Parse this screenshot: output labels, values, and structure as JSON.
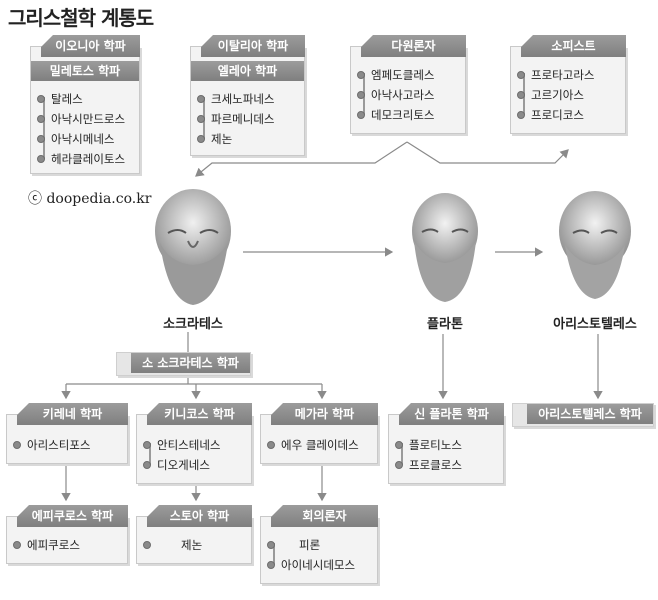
{
  "title": "그리스철학 계통도",
  "copyright": "ⓒ doopedia.co.kr",
  "top_cards": [
    {
      "header": "이오니아 학파",
      "sub": "밀레토스 학파",
      "items": [
        "탈레스",
        "아낙시만드로스",
        "아낙시메네스",
        "헤라클레이토스"
      ]
    },
    {
      "header": "이탈리아 학파",
      "sub": "엘레아 학파",
      "items": [
        "크세노파네스",
        "파르메니데스",
        "제논"
      ]
    },
    {
      "header": "다원론자",
      "items": [
        "엠페도클레스",
        "아낙사고라스",
        "데모크리토스"
      ]
    },
    {
      "header": "소피스트",
      "items": [
        "프로타고라스",
        "고르기아스",
        "프로디코스"
      ]
    }
  ],
  "philosophers": [
    "소크라테스",
    "플라톤",
    "아리스토텔레스"
  ],
  "minor_socratic": "소 소크라테스 학파",
  "schools": [
    {
      "header": "키레네 학파",
      "items": [
        "아리스티포스"
      ]
    },
    {
      "header": "키니코스 학파",
      "items": [
        "안티스테네스",
        "디오게네스"
      ]
    },
    {
      "header": "메가라 학파",
      "items": [
        "에우 클레이데스"
      ]
    },
    {
      "header": "신 플라톤 학파",
      "items": [
        "플로티노스",
        "프로클로스"
      ]
    },
    {
      "header": "아리스토텔레스 학파",
      "items": []
    },
    {
      "header": "에피쿠로스 학파",
      "items": [
        "에피쿠로스"
      ]
    },
    {
      "header": "스토아 학파",
      "items": [
        "제논"
      ]
    },
    {
      "header": "회의론자",
      "items": [
        "피론",
        "아이네시데모스"
      ]
    }
  ]
}
